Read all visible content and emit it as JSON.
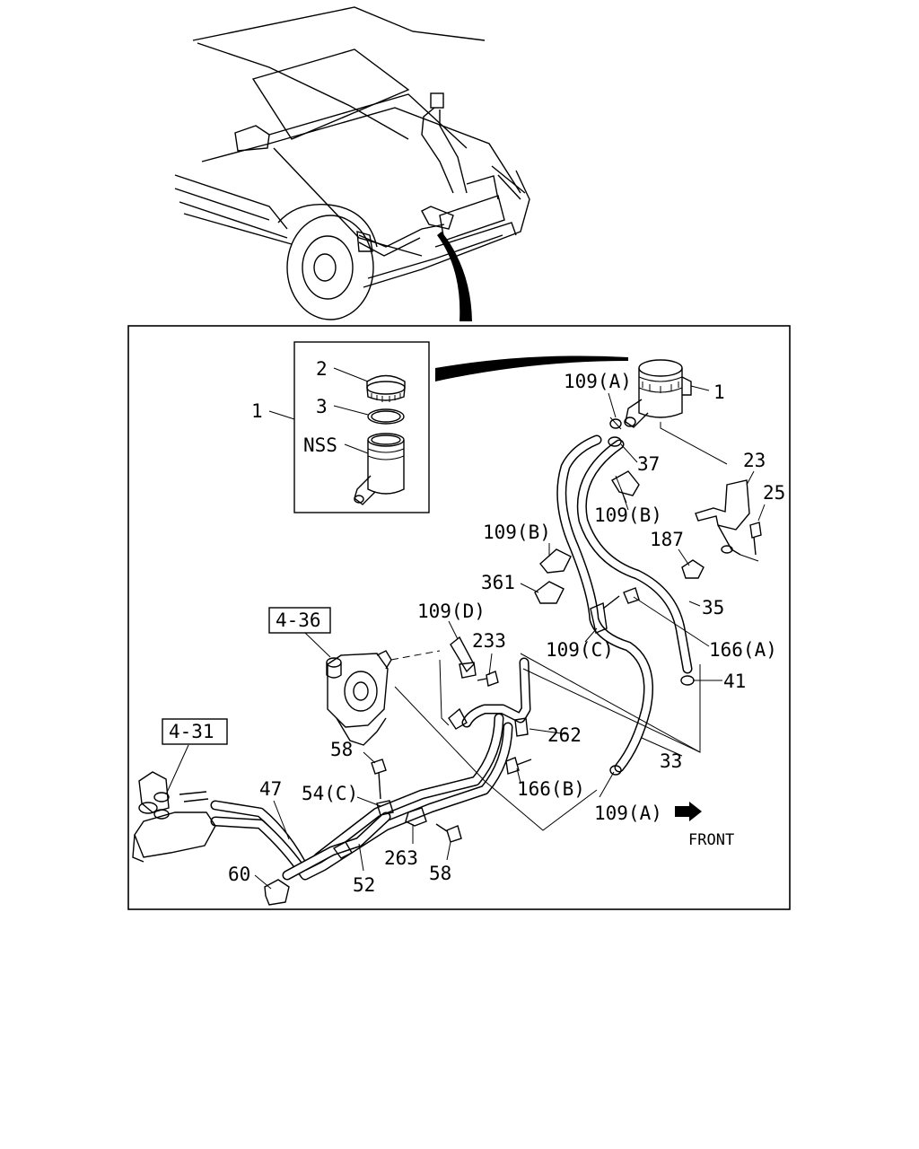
{
  "labels": {
    "p1_inset": "1",
    "p2": "2",
    "p3": "3",
    "nss": "NSS",
    "p1_main": "1",
    "p109a_top": "109(A)",
    "p37": "37",
    "p23": "23",
    "p25": "25",
    "p109b_right": "109(B)",
    "p109b_left": "109(B)",
    "p187": "187",
    "p361": "361",
    "p35": "35",
    "p109d": "109(D)",
    "p233": "233",
    "p109c": "109(C)",
    "p166a": "166(A)",
    "ref_4_36": "4-36",
    "p41": "41",
    "ref_4_31": "4-31",
    "p262": "262",
    "p58_top": "58",
    "p33": "33",
    "p47": "47",
    "p54c": "54(C)",
    "p166b": "166(B)",
    "p109a_bottom": "109(A)",
    "front": "FRONT",
    "p263": "263",
    "p58_bottom": "58",
    "p60": "60",
    "p52": "52"
  }
}
